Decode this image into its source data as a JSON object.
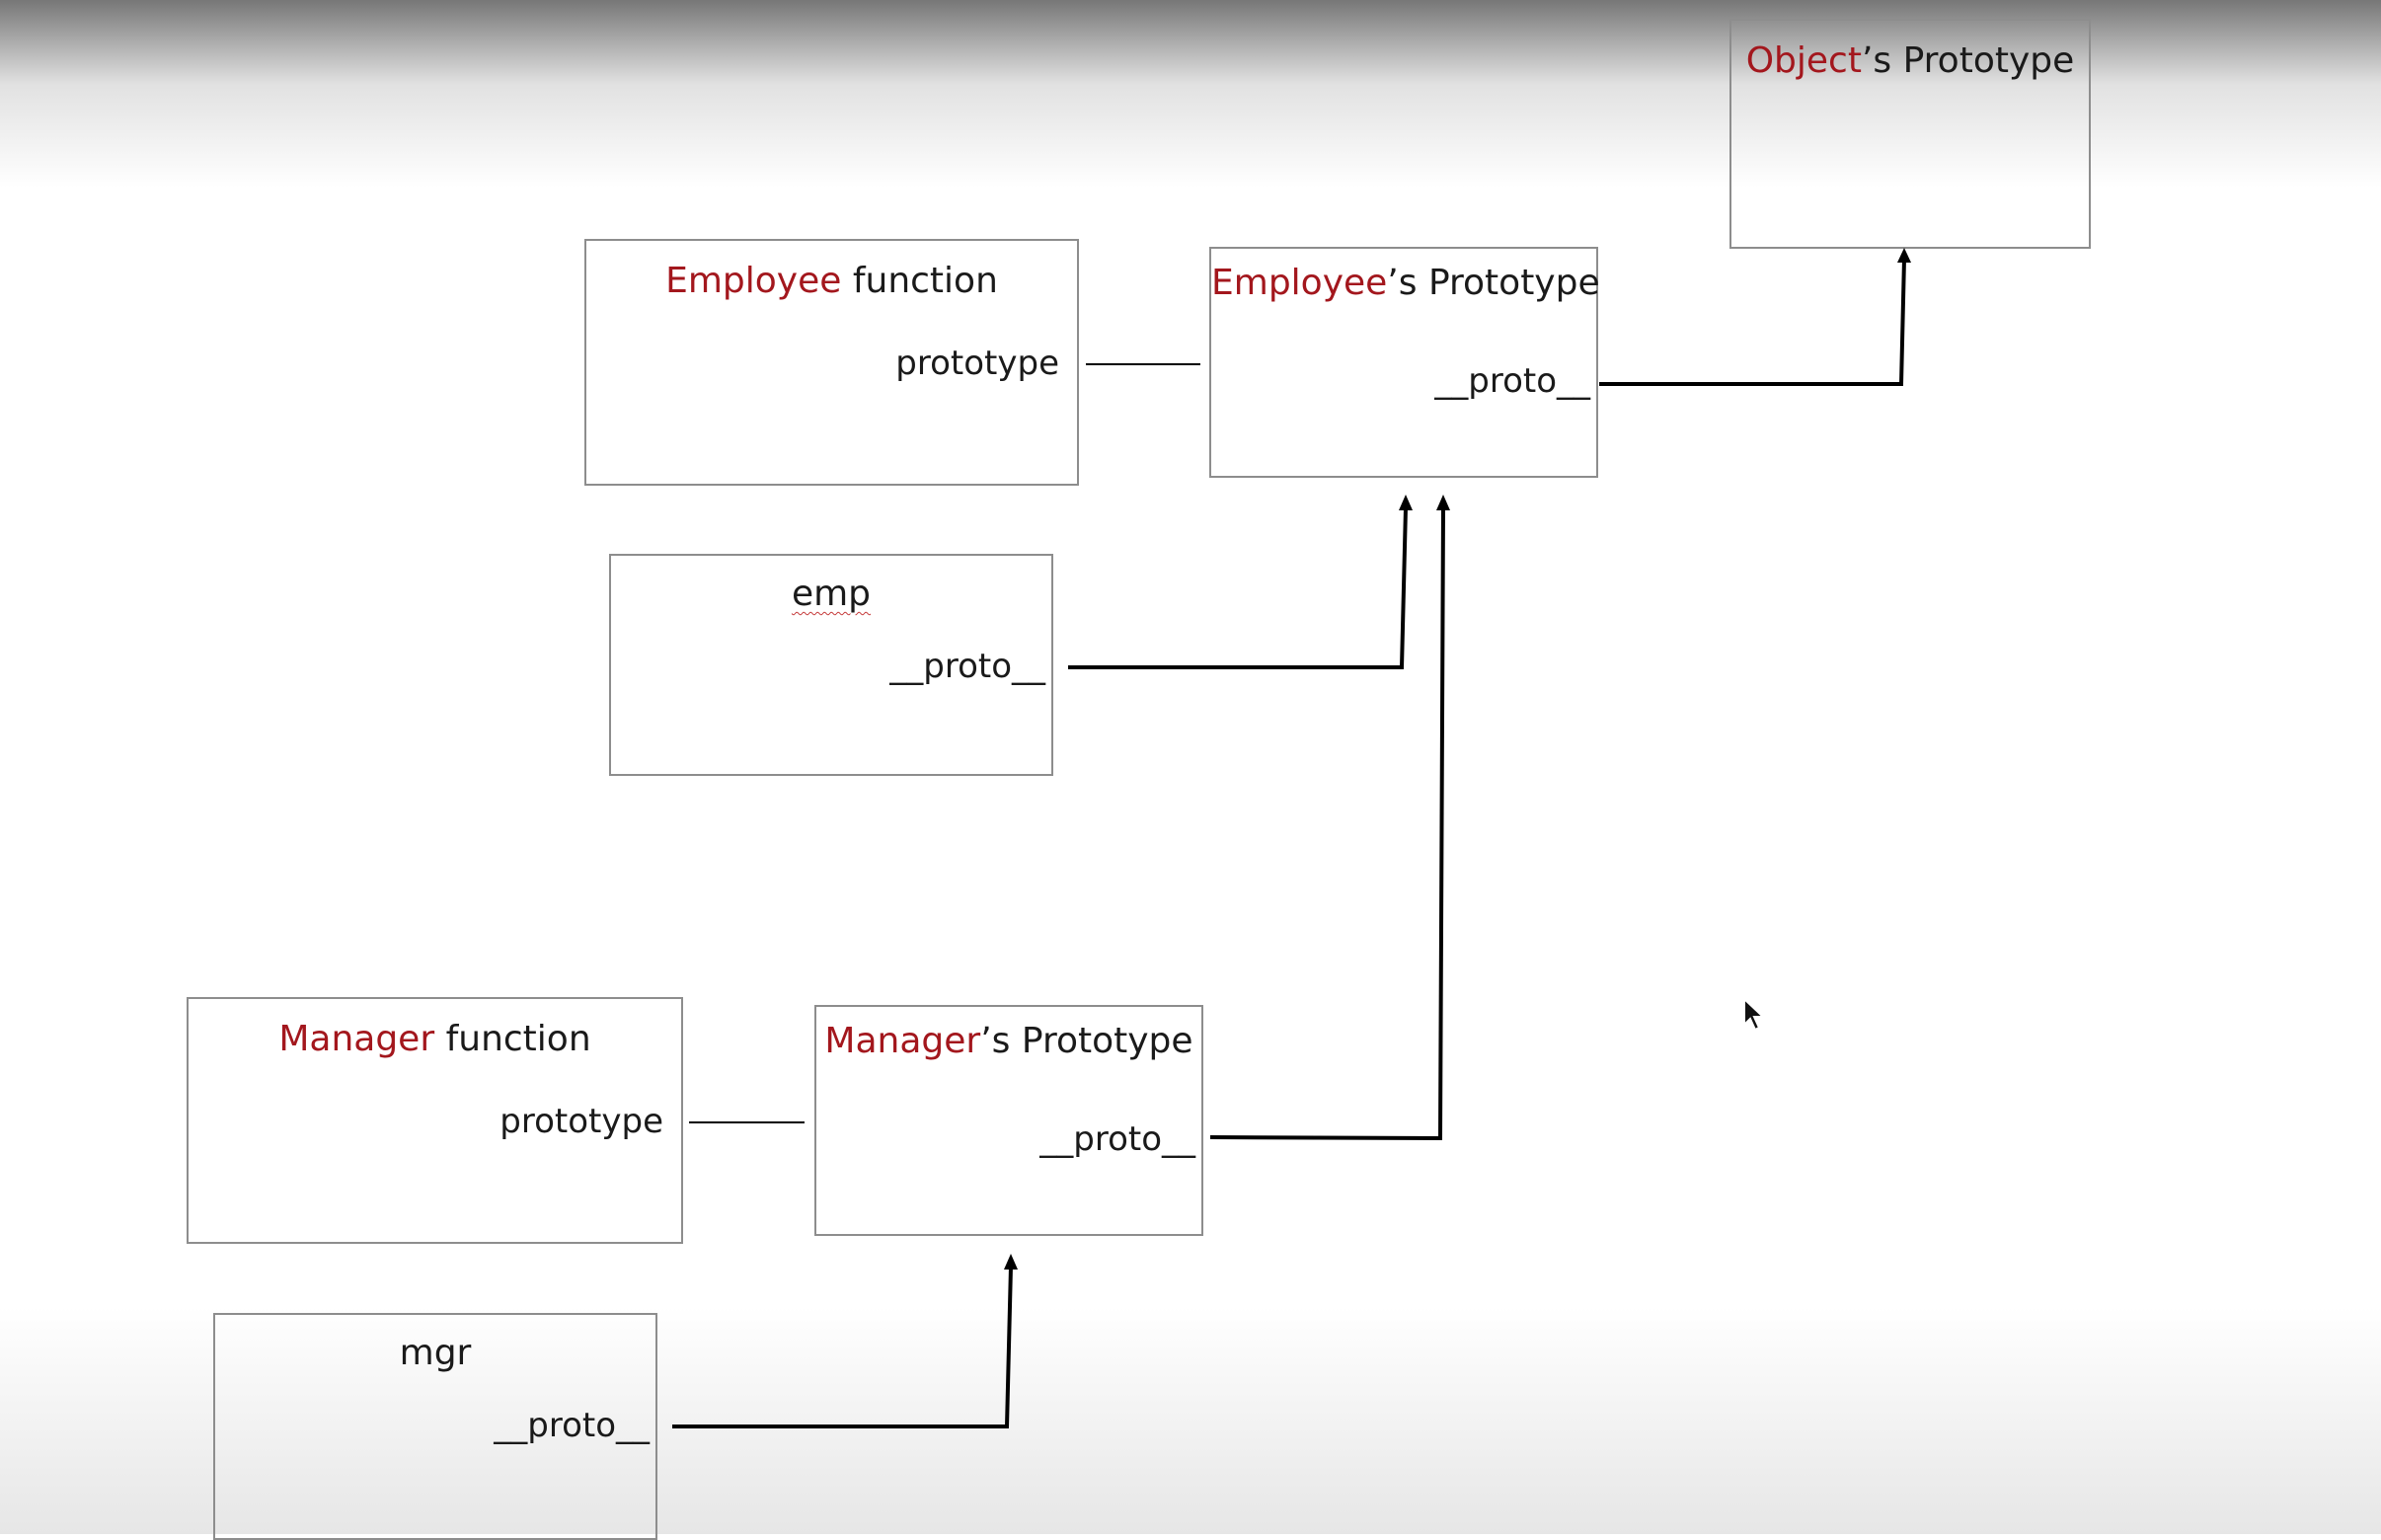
{
  "boxes": {
    "object_prototype": {
      "name_part": "Object",
      "rest": "’s Prototype"
    },
    "employee_function": {
      "name_part": "Employee",
      "rest": " function",
      "prop": "prototype"
    },
    "employee_prototype": {
      "name_part": "Employee",
      "rest": "’s Prototype",
      "prop": "__proto__"
    },
    "emp": {
      "title": "emp",
      "prop": "__proto__"
    },
    "manager_function": {
      "name_part": "Manager",
      "rest": " function",
      "prop": "prototype"
    },
    "manager_prototype": {
      "name_part": "Manager",
      "rest": "’s Prototype",
      "prop": "__proto__"
    },
    "mgr": {
      "title": "mgr",
      "prop": "__proto__"
    }
  },
  "colors": {
    "accent": "#a3171d",
    "text": "#1a1a1a",
    "border": "#8d8d8d",
    "line": "#000000"
  }
}
